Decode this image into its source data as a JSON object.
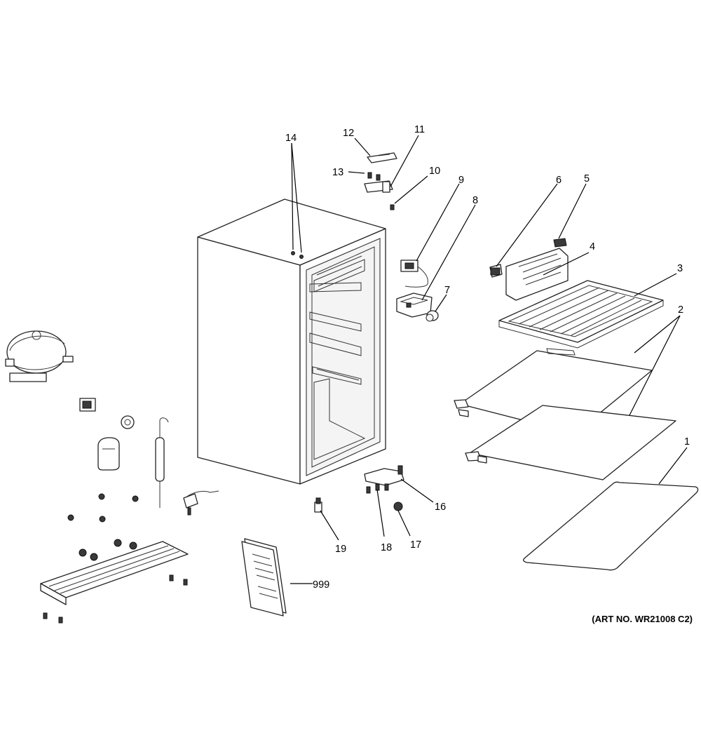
{
  "callouts": {
    "c1": "1",
    "c2": "2",
    "c3": "3",
    "c4": "4",
    "c5": "5",
    "c6": "6",
    "c7": "7",
    "c8": "8",
    "c9": "9",
    "c10": "10",
    "c11": "11",
    "c12": "12",
    "c13": "13",
    "c14": "14",
    "c16": "16",
    "c17": "17",
    "c18": "18",
    "c19": "19",
    "c999": "999"
  },
  "art_number": "(ART NO. WR21008 C2)"
}
